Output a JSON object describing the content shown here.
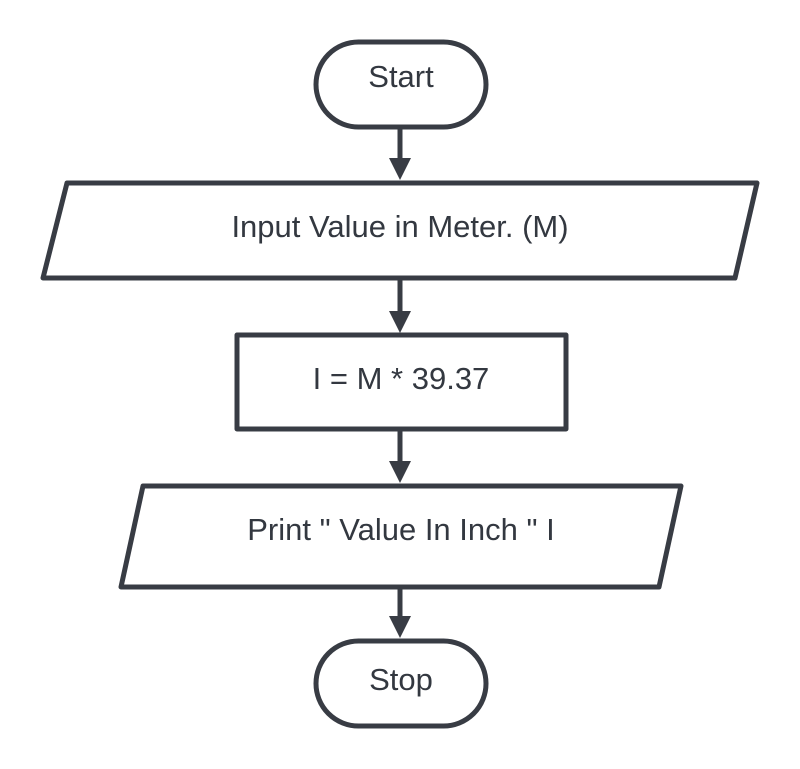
{
  "flowchart": {
    "nodes": {
      "start": {
        "shape": "terminator",
        "label": "Start"
      },
      "input": {
        "shape": "input-output",
        "label": "Input Value in Meter. (M)"
      },
      "process": {
        "shape": "process",
        "label": "I = M * 39.37"
      },
      "output": {
        "shape": "input-output",
        "label": "Print \" Value In Inch \" I"
      },
      "stop": {
        "shape": "terminator",
        "label": "Stop"
      }
    },
    "edges": [
      {
        "from": "start",
        "to": "input"
      },
      {
        "from": "input",
        "to": "process"
      },
      {
        "from": "process",
        "to": "output"
      },
      {
        "from": "output",
        "to": "stop"
      }
    ],
    "colors": {
      "stroke": "#383c44",
      "text": "#333840",
      "background": "#ffffff"
    }
  }
}
